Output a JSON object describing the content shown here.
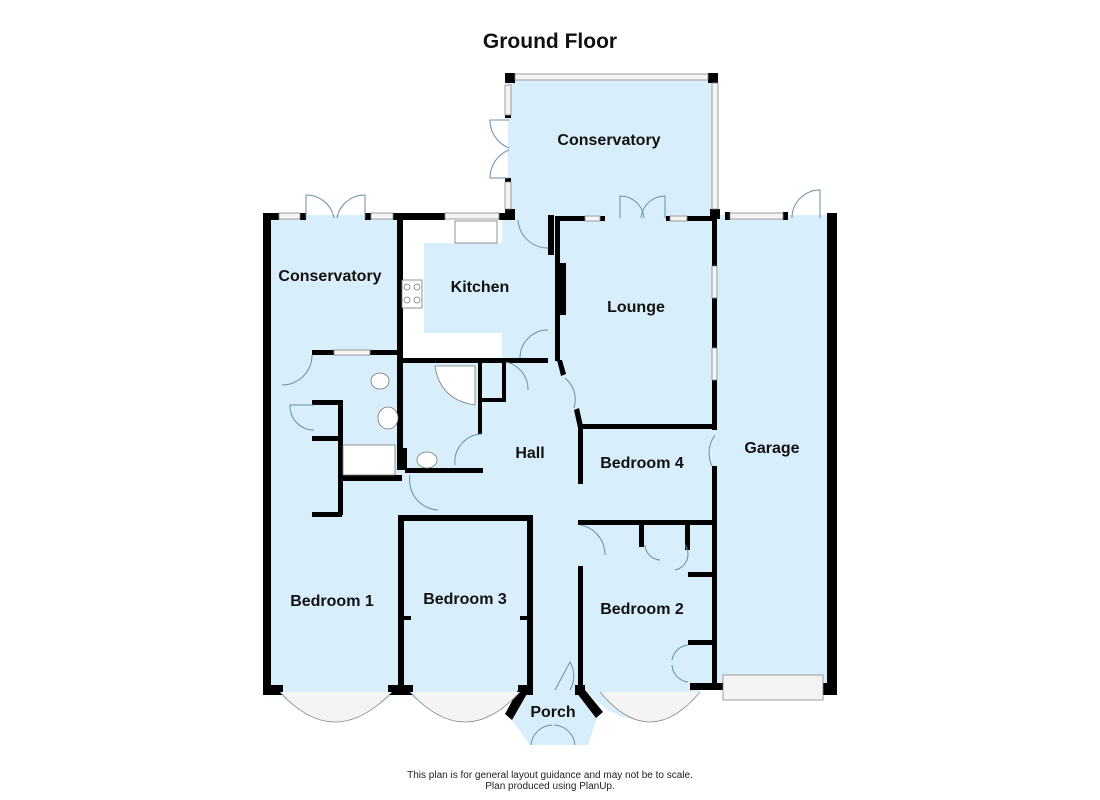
{
  "title": "Ground Floor",
  "footer": {
    "line1": "This plan is for general layout guidance and may not be to scale.",
    "line2": "Plan produced using PlanUp."
  },
  "colors": {
    "room_fill": "#d8eefa",
    "wall": "#000000",
    "background": "#ffffff"
  },
  "rooms": {
    "conservatory_top": "Conservatory",
    "conservatory_left": "Conservatory",
    "kitchen": "Kitchen",
    "lounge": "Lounge",
    "hall": "Hall",
    "garage": "Garage",
    "bedroom4": "Bedroom 4",
    "bedroom1": "Bedroom 1",
    "bedroom3": "Bedroom 3",
    "bedroom2": "Bedroom 2",
    "porch": "Porch"
  }
}
